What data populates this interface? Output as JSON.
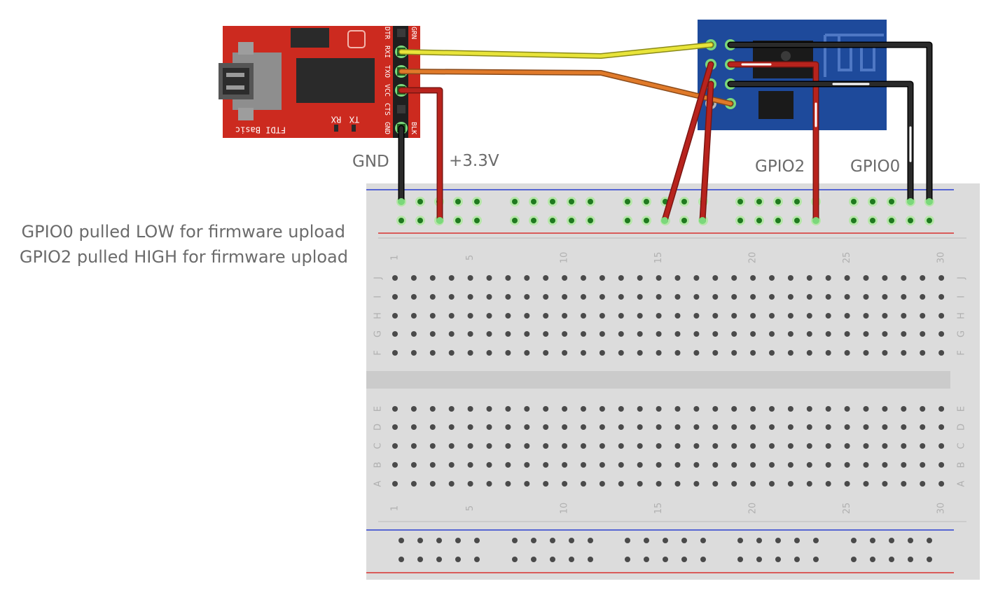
{
  "labels": {
    "gnd": "GND",
    "v33": "+3.3V",
    "gpio2": "GPIO2",
    "gpio0": "GPIO0"
  },
  "notes": {
    "line1": "GPIO0 pulled LOW for firmware upload",
    "line2": "GPIO2 pulled HIGH for firmware upload"
  },
  "ftdi": {
    "board_label": "FTDI Basic",
    "pin_labels": [
      "DTR",
      "RXI",
      "TXO",
      "VCC",
      "CTS",
      "GND"
    ],
    "side_top": "GRN",
    "side_bottom": "BLK",
    "led_labels": [
      "TX",
      "RX"
    ],
    "board_color": "#cc2a1f"
  },
  "esp": {
    "board_color": "#1e4a9b"
  },
  "breadboard": {
    "row_letters_top": [
      "J",
      "I",
      "H",
      "G",
      "F"
    ],
    "row_letters_bottom": [
      "E",
      "D",
      "C",
      "B",
      "A"
    ],
    "column_numbers": [
      "1",
      "5",
      "10",
      "15",
      "20",
      "25",
      "30"
    ],
    "rail_red": "#d8312f",
    "rail_blue": "#2b3fd0"
  },
  "wire_colors": {
    "yellow": "#e8e43a",
    "orange": "#e07a2a",
    "red": "#b8231d",
    "black": "#2a2a2a"
  }
}
